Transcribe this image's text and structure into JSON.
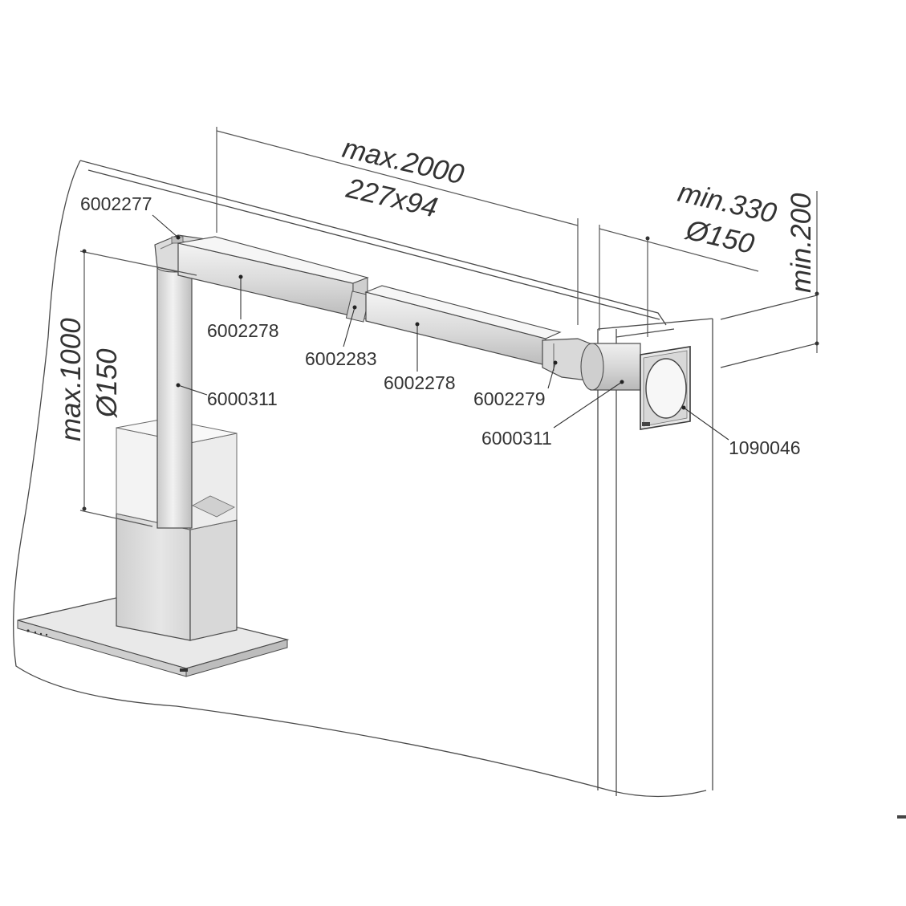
{
  "dimensions": {
    "duct_length": "max.2000",
    "duct_size": "227x94",
    "wall_offset": "min.330",
    "wall_diameter": "Ø150",
    "ceiling_gap": "min.200",
    "chimney_height": "max.1000",
    "chimney_diameter": "Ø150"
  },
  "parts": {
    "bend_top": "6002277",
    "duct_left": "6002278",
    "connector": "6002283",
    "duct_right": "6002278",
    "adapter": "6002279",
    "round_pipe_chimney": "6000311",
    "round_pipe_wall": "6000311",
    "wall_grille": "1090046"
  }
}
